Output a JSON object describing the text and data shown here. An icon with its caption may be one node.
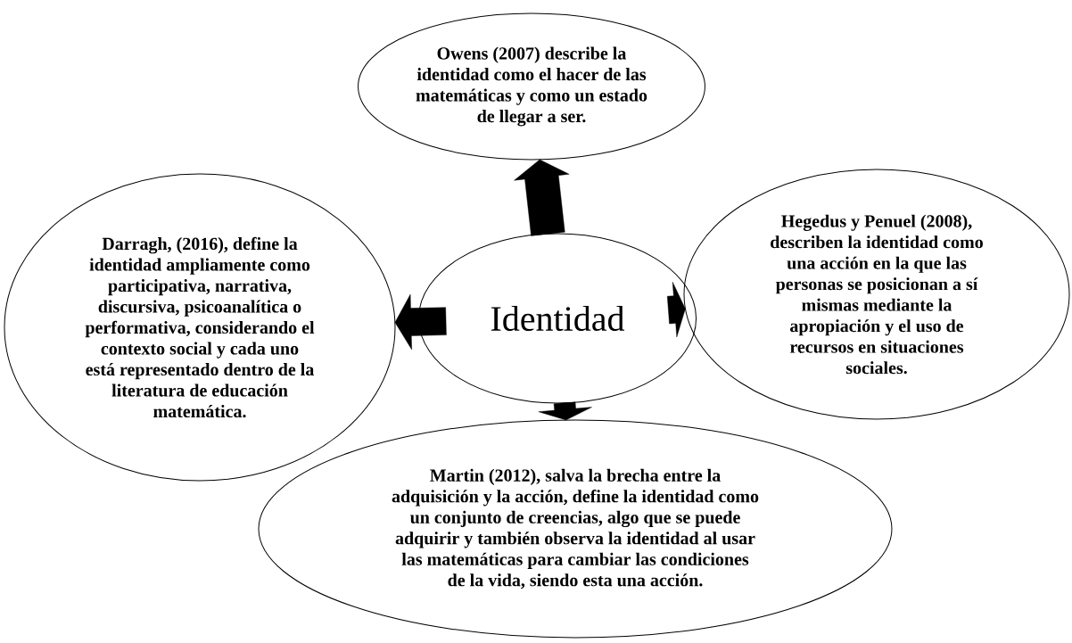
{
  "diagram": {
    "nodes": [
      {
        "text": [
          "Owens (2007) describe la identidad como el hacer de las matemáticas y como un estado de llegar a ser."
        ]
      },
      {
        "text": [
          "Darragh, (2016), define la identidad ampliamente como participativa, narrativa, discursiva, psicoanalítica o performativa, considerando el contexto social y cada uno está representado dentro de la literatura de educación matemática."
        ]
      },
      {
        "text": [
          "Identidad"
        ]
      },
      {
        "text": [
          "Hegedus y Penuel (2008), describen la identidad como una acción en la que las personas se posicionan a sí mismas mediante la apropiación y el uso de recursos en situaciones sociales."
        ]
      },
      {
        "text": [
          "Martin (2012), salva la brecha entre la adquisición y la acción, define la identidad como un conjunto de creencias, algo que se puede adquirir y también observa la identidad al usar las matemáticas para cambiar las condiciones de la vida, siendo esta una acción."
        ]
      }
    ],
    "edges": [
      {
        "from": 2,
        "to": 0,
        "arrow": "to"
      },
      {
        "from": 2,
        "to": 1,
        "arrow": "to"
      },
      {
        "from": 2,
        "to": 3,
        "arrow": "to"
      },
      {
        "from": 2,
        "to": 4,
        "arrow": "to"
      }
    ]
  }
}
